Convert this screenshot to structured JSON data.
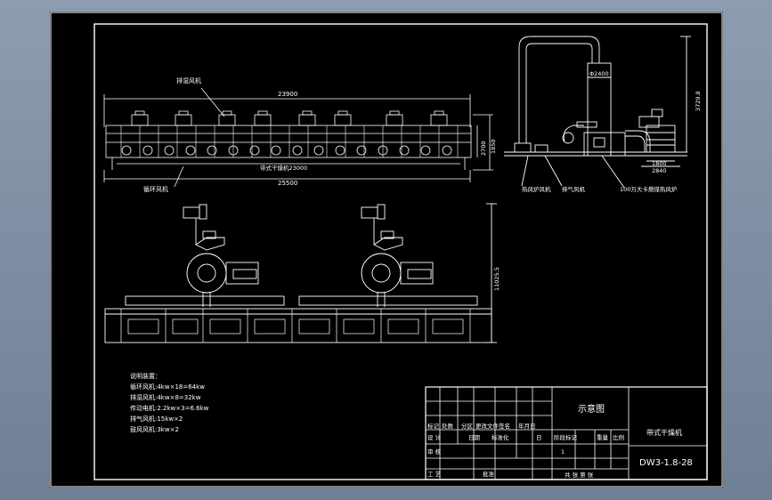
{
  "drawing": {
    "top_view": {
      "label_top_fans": "排湿风机",
      "dim_overall_top": "23900",
      "dim_height_a": "2700",
      "dim_height_b": "1850",
      "label_dryer_length": "带式干燥机23000",
      "dim_overall_bottom": "25500",
      "label_circ_fans": "循环风机"
    },
    "side_view": {
      "dim_pipe_diameter": "Φ2400",
      "dim_total_height": "3729.8",
      "dim_width_a": "1800",
      "dim_width_b": "2840",
      "label_fan_1": "热风炉风机",
      "label_fan_2": "排气风机",
      "label_furnace": "100万大卡燃煤热风炉"
    },
    "front_view": {
      "dim_height": "11025.5"
    },
    "notes": {
      "title": "说明装置：",
      "lines": [
        "循环风机:4kw×18=64kw",
        "排湿风机:4kw×8=32kw",
        "传动电机:2.2kw×3=6.6kw",
        "排气风机:15kw×2",
        "鼓风风机:3kw×2"
      ]
    }
  },
  "title_block": {
    "header_cells": [
      "标记",
      "处数",
      "分区",
      "更改文件",
      "签名",
      "年月日"
    ],
    "row_design": "设 计",
    "row_design_mid": "日期",
    "row_design_std": "标准化",
    "row_design_date": "日",
    "row_review": "审 核",
    "row_process": "工 艺",
    "row_process_mid": "批准",
    "center_title": "示意图",
    "stage_mark": "阶段标记",
    "weight": "重量",
    "scale": "比例",
    "stage_value": "1",
    "sheets": "共  张  第  张",
    "product_name": "带式干燥机",
    "drawing_number": "DW3-1.8-28"
  }
}
